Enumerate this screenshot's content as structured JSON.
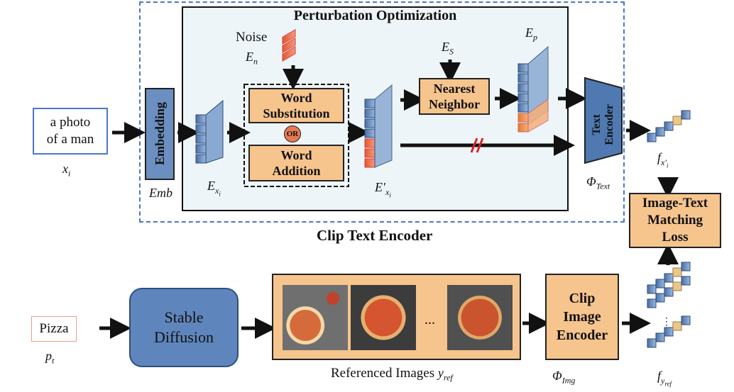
{
  "input_text": {
    "line1": "a photo",
    "line2": "of a man",
    "symbol": "x_i"
  },
  "embedding": {
    "label": "Embedding",
    "symbol": "Emb"
  },
  "clip_text_encoder": {
    "label": "Clip Text Encoder"
  },
  "perturbation": {
    "title": "Perturbation  Optimization",
    "noise_label": "Noise",
    "word_substitution": {
      "line1": "Word",
      "line2": "Substitution"
    },
    "or_label": "OR",
    "word_addition": {
      "line1": "Word",
      "line2": "Addition"
    },
    "nearest_neighbor": {
      "line1": "Nearest",
      "line2": "Neighbor"
    }
  },
  "text_encoder": {
    "line1": "Text",
    "line2": "Encoder"
  },
  "matching_loss": {
    "line1": "Image-Text",
    "line2": "Matching",
    "line3": "Loss"
  },
  "prompt": {
    "text": "Pizza",
    "symbol": "p_t"
  },
  "stable_diffusion": {
    "line1": "Stable",
    "line2": "Diffusion"
  },
  "referenced_images": {
    "label": "Referenced Images",
    "ellipsis": "..."
  },
  "clip_image_encoder": {
    "line1": "Clip",
    "line2": "Image",
    "line3": "Encoder"
  },
  "colors": {
    "orange": "#f6c48d",
    "blue": "#6b8fc0",
    "dashed_border": "#4a78c8",
    "panel_bg": "#eef5f8",
    "noise": "#f07a5a",
    "cut_mark": "#e02020"
  }
}
